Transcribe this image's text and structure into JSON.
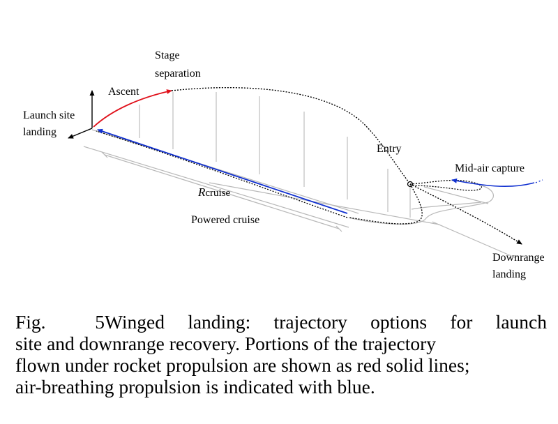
{
  "figure": {
    "labels": {
      "stage_separation_1": "Stage",
      "stage_separation_2": "separation",
      "ascent": "Ascent",
      "launch_site_1": "Launch site",
      "launch_site_2": "landing",
      "entry": "Entry",
      "mid_air_capture": "Mid-air capture",
      "r_main": "R",
      "r_sub": "cruise",
      "powered_cruise": "Powered cruise",
      "downrange_1": "Downrange",
      "downrange_2": "landing"
    },
    "colors": {
      "rocket": "#e0101a",
      "airbreathing": "#1030d0",
      "trajectory": "#000000",
      "ground": "#b8b8b8"
    }
  },
  "caption": {
    "number": "Fig. 5",
    "line1": "Winged landing: trajectory options for launch",
    "line2": "site and downrange recovery. Portions of the trajectory",
    "line3": "flown under rocket propulsion are shown as red solid lines;",
    "line4": "air-breathing propulsion is indicated with blue."
  }
}
